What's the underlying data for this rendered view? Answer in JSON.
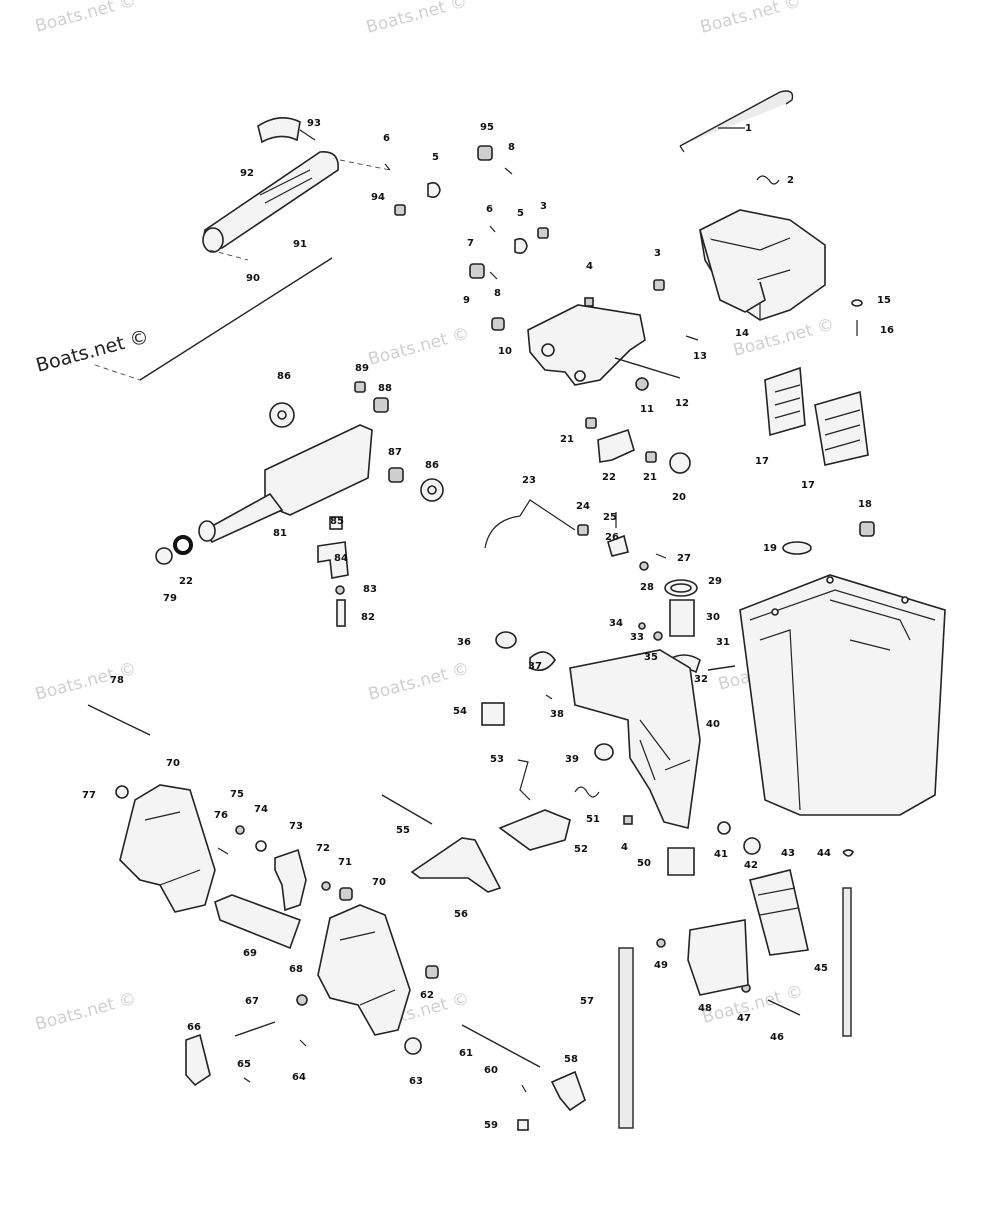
{
  "watermark": {
    "text": "Boats.net ©",
    "main_text": "Boats.net ©"
  },
  "callouts": [
    "1",
    "2",
    "3",
    "3",
    "4",
    "4",
    "5",
    "5",
    "6",
    "6",
    "7",
    "8",
    "8",
    "9",
    "10",
    "11",
    "12",
    "13",
    "14",
    "15",
    "16",
    "17",
    "17",
    "18",
    "19",
    "20",
    "21",
    "21",
    "22",
    "22",
    "23",
    "24",
    "25",
    "26",
    "27",
    "28",
    "29",
    "30",
    "31",
    "32",
    "33",
    "34",
    "35",
    "36",
    "37",
    "38",
    "39",
    "40",
    "41",
    "42",
    "43",
    "44",
    "45",
    "46",
    "47",
    "48",
    "49",
    "50",
    "51",
    "52",
    "53",
    "54",
    "55",
    "56",
    "57",
    "58",
    "59",
    "60",
    "61",
    "62",
    "63",
    "64",
    "65",
    "66",
    "67",
    "68",
    "69",
    "70",
    "70",
    "71",
    "72",
    "73",
    "74",
    "75",
    "76",
    "77",
    "78",
    "79",
    "81",
    "82",
    "83",
    "84",
    "85",
    "86",
    "86",
    "87",
    "88",
    "89",
    "90",
    "91",
    "92",
    "93",
    "94",
    "95"
  ]
}
